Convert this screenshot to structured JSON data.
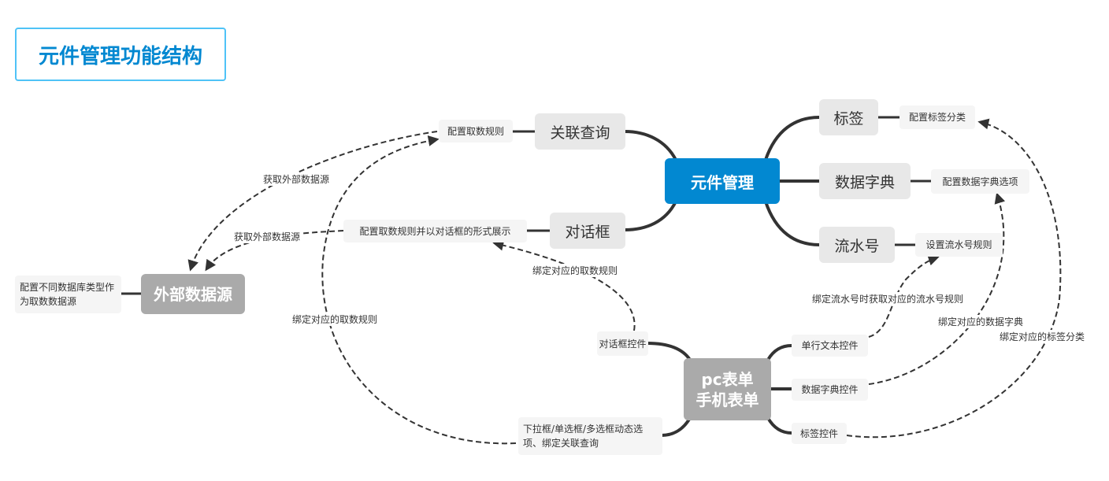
{
  "title": "元件管理功能结构",
  "root": "元件管理",
  "branches": {
    "related_query": {
      "label": "关联查询",
      "detail": "配置取数规则"
    },
    "dialog": {
      "label": "对话框",
      "detail": "配置取数规则并以对话框的形式展示"
    },
    "tag": {
      "label": "标签",
      "detail": "配置标签分类"
    },
    "dictionary": {
      "label": "数据字典",
      "detail": "配置数据字典选项"
    },
    "serial": {
      "label": "流水号",
      "detail": "设置流水号规则"
    }
  },
  "external": {
    "label": "外部数据源",
    "detail": "配置不同数据库类型作为取数数据源"
  },
  "forms": {
    "label_line1": "pc表单",
    "label_line2": "手机表单",
    "controls": {
      "dialog": "对话框控件",
      "select": "下拉框/单选框/多选框动态选项、绑定关联查询",
      "text": "单行文本控件",
      "dictionary": "数据字典控件",
      "tag": "标签控件"
    }
  },
  "relations": {
    "fetch_external_1": "获取外部数据源",
    "fetch_external_2": "获取外部数据源",
    "bind_rule_dialog": "绑定对应的取数规则",
    "bind_rule_select": "绑定对应的取数规则",
    "bind_serial": "绑定流水号时获取对应的流水号规则",
    "bind_dictionary": "绑定对应的数据字典",
    "bind_tag": "绑定对应的标签分类"
  },
  "colors": {
    "root": "#0288d1",
    "grey": "#aaaaaa",
    "main": "#e8e8e8",
    "sub": "#f5f5f5",
    "line": "#333333"
  }
}
